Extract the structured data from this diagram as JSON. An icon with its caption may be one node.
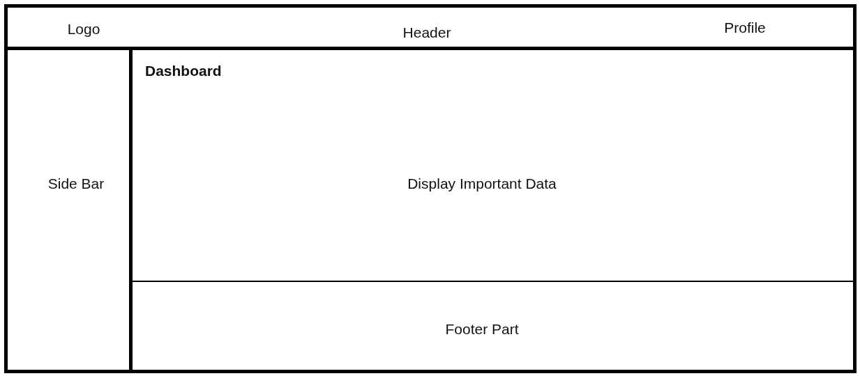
{
  "diagram": {
    "nodes": [
      {
        "text": [],
        "shape": "box"
      },
      {
        "text": [
          "Logo",
          "Header",
          "Profile"
        ],
        "in": 0
      },
      {
        "text": [
          "Side Bar"
        ],
        "in": 0
      },
      {
        "text": [
          "Dashboard",
          "Display Important Data"
        ],
        "in": 0
      },
      {
        "text": [
          "Footer Part"
        ],
        "in": 0
      }
    ]
  }
}
